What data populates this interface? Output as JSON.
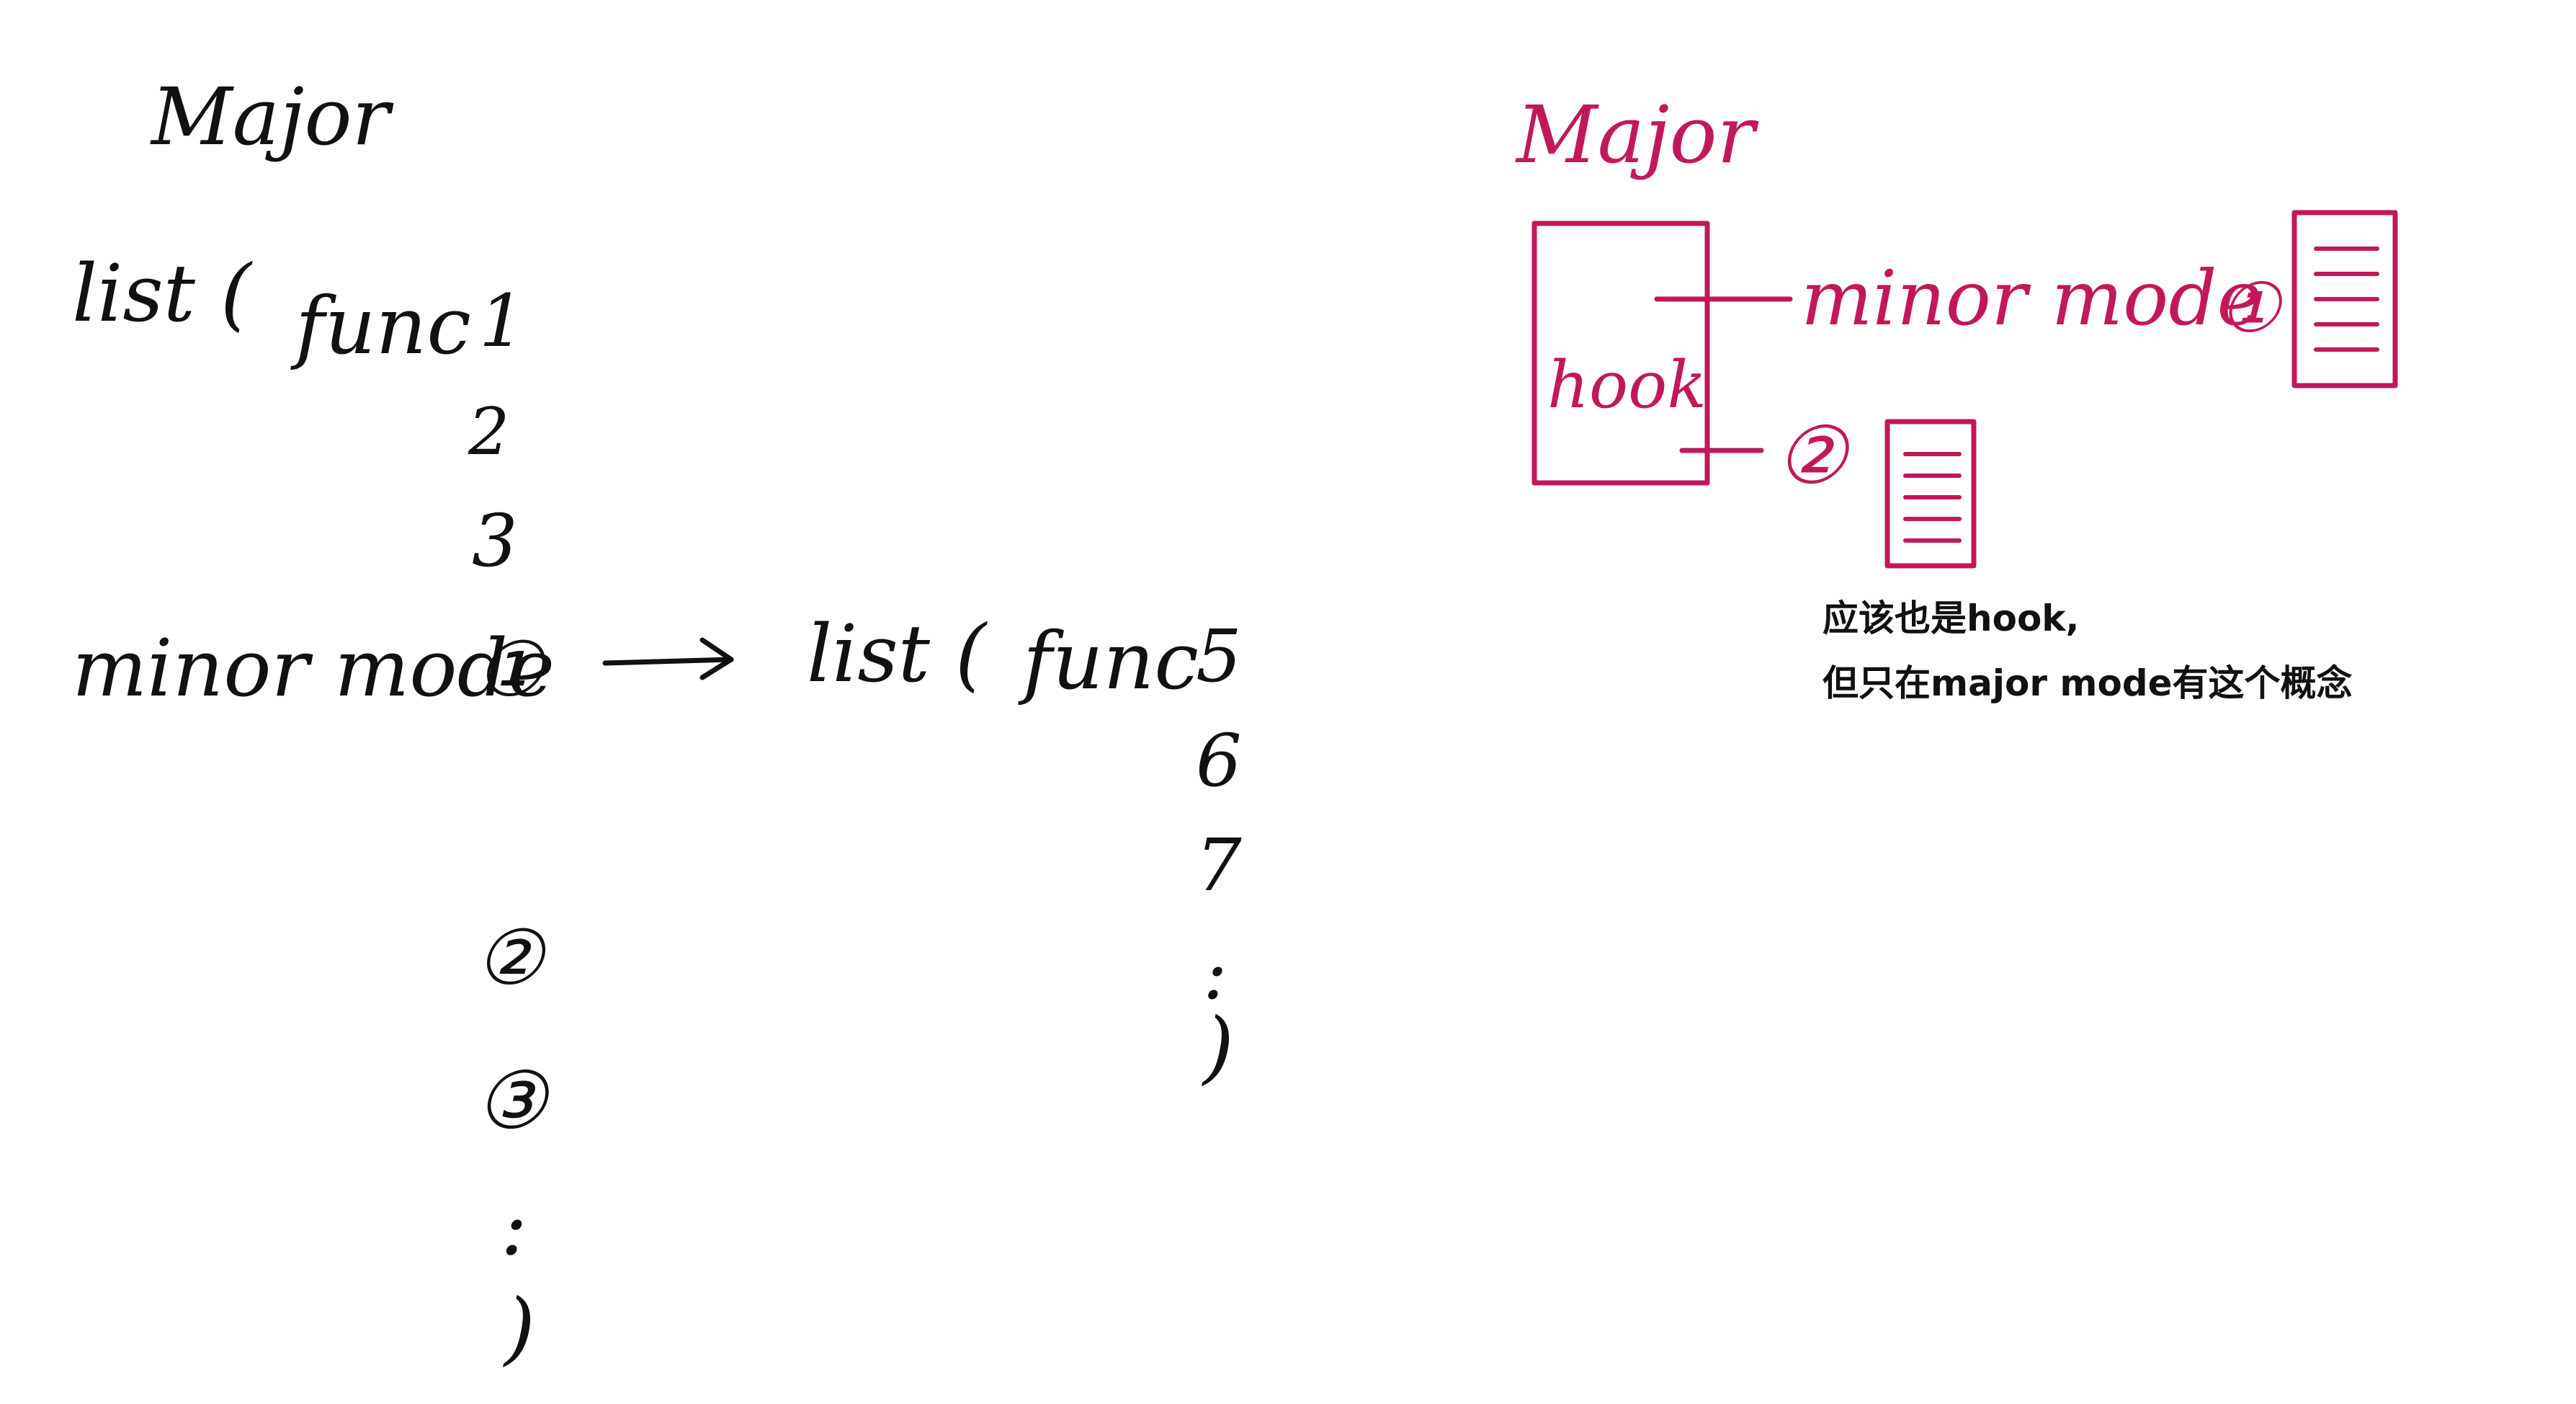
{
  "left": {
    "major": "Major",
    "list_open": "list (",
    "func": "func",
    "items": [
      "1",
      "2",
      "3"
    ],
    "minor_mode": "minor mode",
    "circled": [
      "①",
      "②",
      "③"
    ],
    "dots": ":",
    "close_paren": ")"
  },
  "middle": {
    "list_open": "list (",
    "func": "func",
    "items": [
      "5",
      "6",
      "7"
    ],
    "dots": ":",
    "close_paren": ")"
  },
  "right": {
    "major": "Major",
    "hook": "hook",
    "minor_mode": "minor mode",
    "circled": [
      "①",
      "②"
    ]
  },
  "note": {
    "line1": "应该也是hook,",
    "line2": "但只在major mode有这个概念"
  },
  "colors": {
    "black_ink": "#111111",
    "pink_ink": "#c2185b"
  }
}
